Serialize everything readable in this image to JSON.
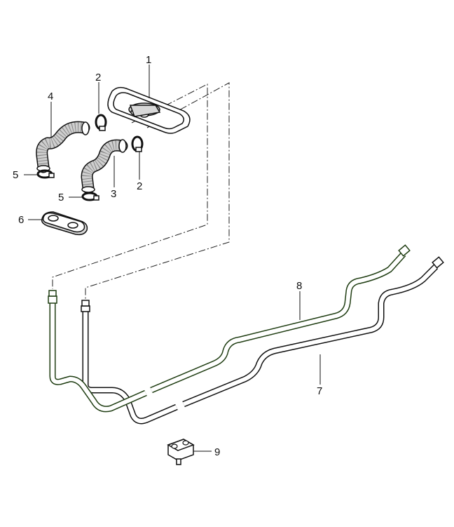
{
  "diagram": {
    "title": "Heater water pipes exploded parts diagram",
    "callouts": {
      "p1": "1",
      "p2a": "2",
      "p2b": "2",
      "p3": "3",
      "p4": "4",
      "p5a": "5",
      "p5b": "5",
      "p6": "6",
      "p7": "7",
      "p8": "8",
      "p9": "9"
    },
    "colors": {
      "line": "#111111",
      "green_pipe": "#1f3d12",
      "hose_fill": "#cfcfcf",
      "background": "#ffffff"
    }
  }
}
